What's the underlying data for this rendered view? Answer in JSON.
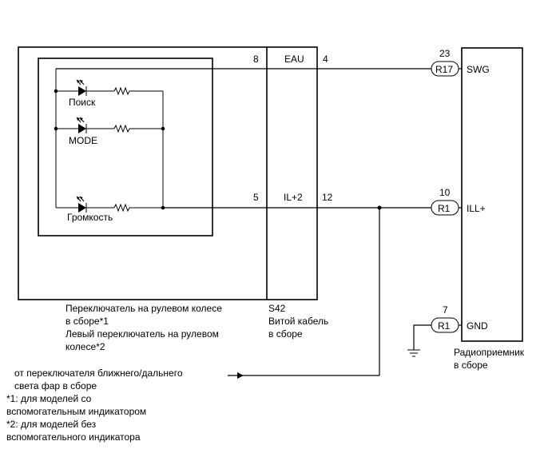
{
  "switch_assembly": {
    "led_labels": [
      "Поиск",
      "MODE",
      "Громкость"
    ],
    "caption": [
      "Переключатель на рулевом колесе",
      "в сборе*1",
      "Левый переключатель на рулевом",
      "колесе*2"
    ]
  },
  "spiral_cable": {
    "connector": "S42",
    "caption": [
      "Витой кабель",
      "в сборе"
    ],
    "signals": [
      {
        "left_pin": "8",
        "name": "EAU",
        "right_pin": "4"
      },
      {
        "left_pin": "5",
        "name": "IL+2",
        "right_pin": "12"
      }
    ]
  },
  "radio": {
    "caption": [
      "Радиоприемник",
      "в сборе"
    ],
    "terminals": [
      {
        "pin": "23",
        "connector": "R17",
        "name": "SWG"
      },
      {
        "pin": "10",
        "connector": "R1",
        "name": "ILL+"
      },
      {
        "pin": "7",
        "connector": "R1",
        "name": "GND"
      }
    ]
  },
  "external_source": [
    "от переключателя ближнего/дальнего",
    "света фар в сборе"
  ],
  "notes": [
    "*1: для моделей со",
    "вспомогательным индикатором",
    "*2: для моделей без",
    "вспомогательного индикатора"
  ]
}
